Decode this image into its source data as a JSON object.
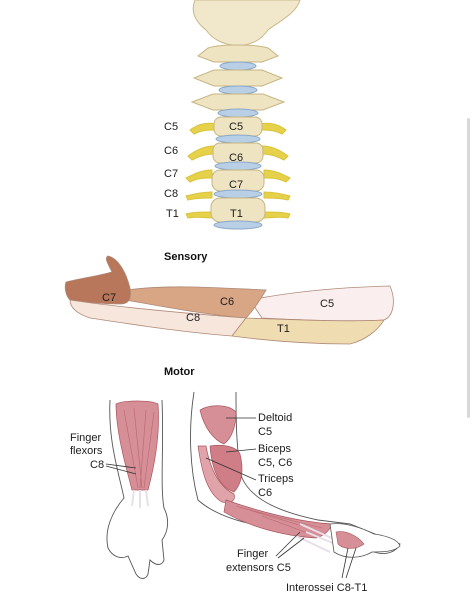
{
  "spine": {
    "left_labels": [
      "C5",
      "C6",
      "C7",
      "C8",
      "T1"
    ],
    "body_labels": [
      "C5",
      "C6",
      "C7",
      "T1"
    ]
  },
  "sensory": {
    "heading": "Sensory",
    "dermatomes": [
      "C7",
      "C6",
      "C5",
      "C8",
      "T1"
    ]
  },
  "motor": {
    "heading": "Motor",
    "finger_flexors": [
      "Finger",
      "flexors",
      "C8"
    ],
    "deltoid": [
      "Deltoid",
      "C5"
    ],
    "biceps": [
      "Biceps",
      "C5, C6"
    ],
    "triceps": [
      "Triceps",
      "C6"
    ],
    "finger_extensors": [
      "Finger",
      "extensors C5"
    ],
    "interossei": "Interossei C8-T1"
  },
  "colors": {
    "bone": "#efe6c8",
    "disc": "#b9cfe6",
    "nerve": "#e2cf3a",
    "c6_zone": "#d8a585",
    "c7_zone": "#b8765a",
    "c8_zone": "#f7e6dc",
    "t1_zone": "#efdcb0",
    "c5_zone": "#fbeeee",
    "muscle": "#d68f96"
  }
}
